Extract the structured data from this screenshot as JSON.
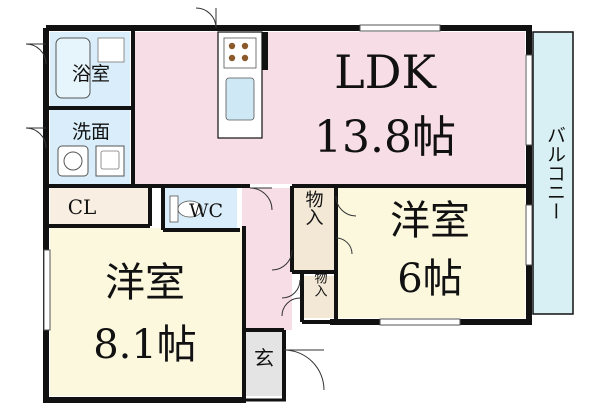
{
  "rooms": {
    "ldk": {
      "name": "LDK",
      "size": "13.8帖"
    },
    "bath": {
      "name": "浴室"
    },
    "washroom": {
      "name": "洗面"
    },
    "closet": {
      "name": "CL"
    },
    "toilet": {
      "name": "WC"
    },
    "western_room_6": {
      "name": "洋室",
      "size": "6帖"
    },
    "western_room_8": {
      "name": "洋室",
      "size": "8.1帖"
    },
    "storage_1": {
      "name": "物入"
    },
    "storage_2": {
      "name": "物入"
    },
    "entrance": {
      "name": "玄"
    },
    "balcony": {
      "name": "バルコニー"
    }
  },
  "colors": {
    "ldk": "#f7dde6",
    "bath": "#d9eefa",
    "washroom": "#d9eefa",
    "closet": "#f8efe2",
    "toilet": "#d9eefa",
    "western": "#fbf8de",
    "storage": "#f3e8d6",
    "hall": "#f7dde6",
    "entrance": "#e4e4e4",
    "balcony": "#d8f0f4",
    "wall": "#111111"
  }
}
